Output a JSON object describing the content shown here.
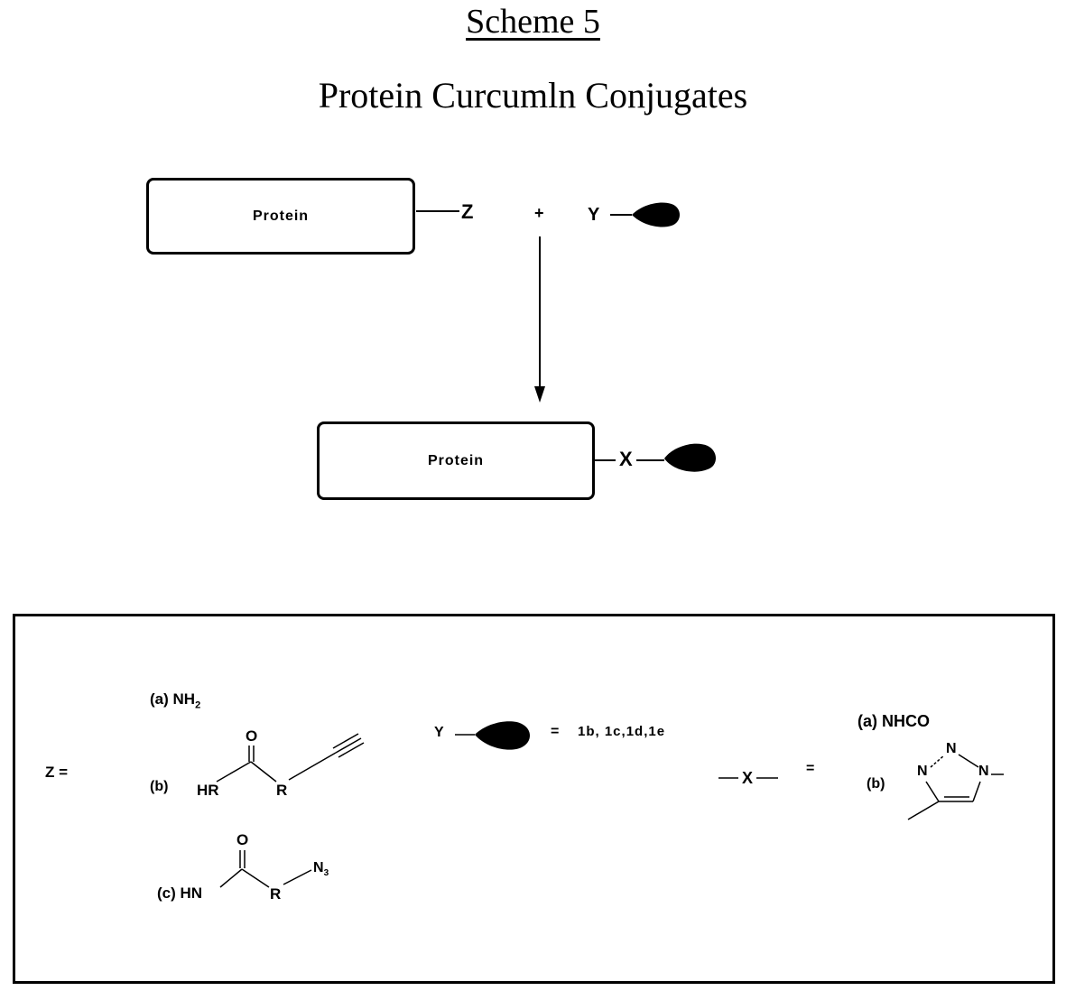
{
  "header": {
    "scheme_title": "Scheme 5",
    "subtitle": "Protein Curcumln Conjugates"
  },
  "reaction": {
    "protein_label": "Protein",
    "z_label": "Z",
    "plus": "+",
    "y_label": "Y",
    "product_protein_label": "Protein",
    "x_label": "X"
  },
  "legend": {
    "z_equals": "Z =",
    "option_a": "(a) NH",
    "option_a_sub": "2",
    "option_b_label": "(b)",
    "option_b_hn": "HR",
    "option_b_o": "O",
    "option_b_r": "R",
    "option_c_label": "(c) HN",
    "option_c_o": "O",
    "option_c_r": "R",
    "option_c_n": "N",
    "option_c_n_sub": "3",
    "y_label": "Y",
    "y_equals": "=",
    "y_compounds": "1b, 1c,1d,1e",
    "x_label": "X",
    "x_equals": "=",
    "x_option_a": "(a) NHCO",
    "x_option_b": "(b)",
    "triazole_n1": "N",
    "triazole_n2": "N",
    "triazole_n3": "N"
  }
}
